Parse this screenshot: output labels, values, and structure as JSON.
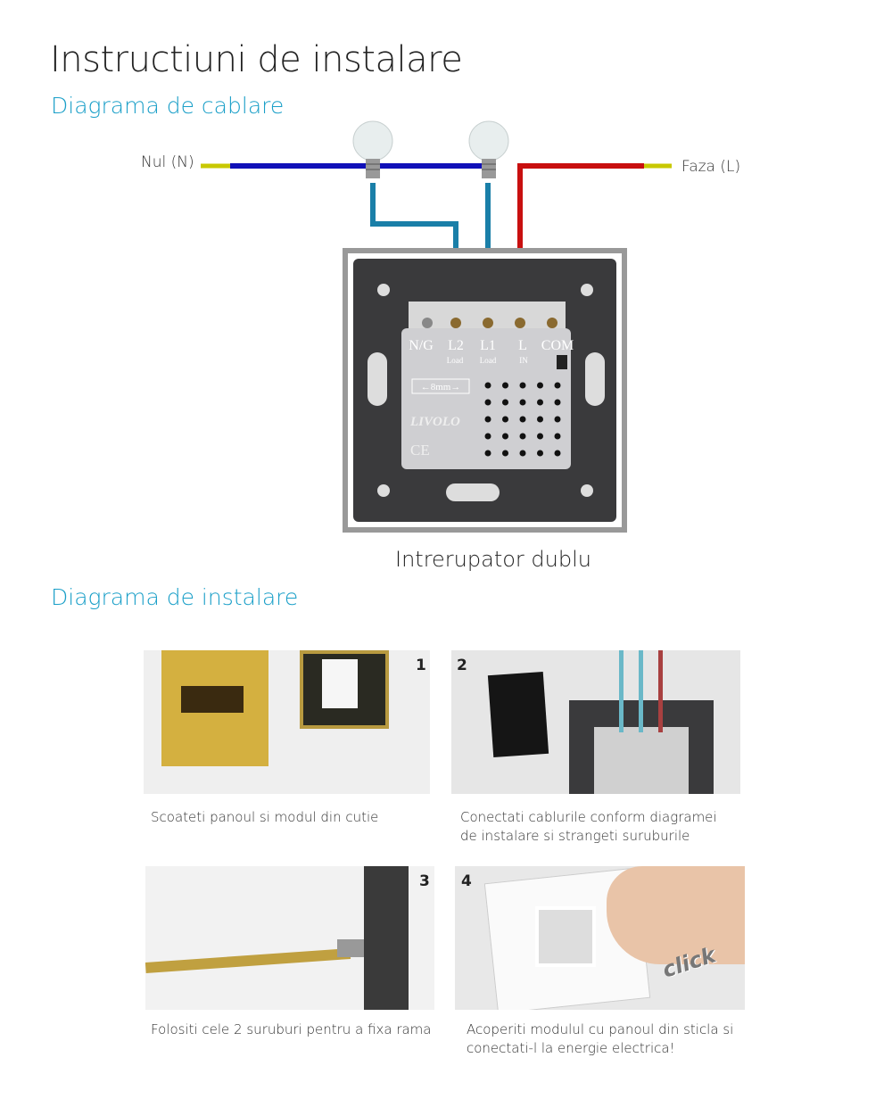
{
  "title": "Instructiuni de instalare",
  "wiring": {
    "heading": "Diagrama de cablare",
    "neutral_label": "Nul (N)",
    "phase_label": "Faza (L)",
    "device_label": "Intrerupator dublu",
    "terminals": [
      "N/G",
      "L2",
      "L1",
      "L",
      "COM"
    ],
    "terminal_subs": [
      "Load",
      "Load",
      "IN"
    ],
    "gap_label": "←8mm→",
    "brand": "LIVOLO",
    "cert": "CE",
    "colors": {
      "neutral": "#1010b8",
      "load": "#1a7fa8",
      "phase": "#c80f0f",
      "tip": "#c8c800"
    }
  },
  "install": {
    "heading": "Diagrama de instalare",
    "steps": [
      {
        "number": "1",
        "caption": "Scoateti panoul si modul din cutie"
      },
      {
        "number": "2",
        "caption": "Conectati cablurile conform diagramei de instalare si strangeti suruburile"
      },
      {
        "number": "3",
        "caption": "Folositi cele 2 suruburi pentru a fixa rama"
      },
      {
        "number": "4",
        "caption": "Acoperiti modulul cu panoul din sticla si conectati-l la energie electrica!",
        "badge": "click"
      }
    ]
  }
}
